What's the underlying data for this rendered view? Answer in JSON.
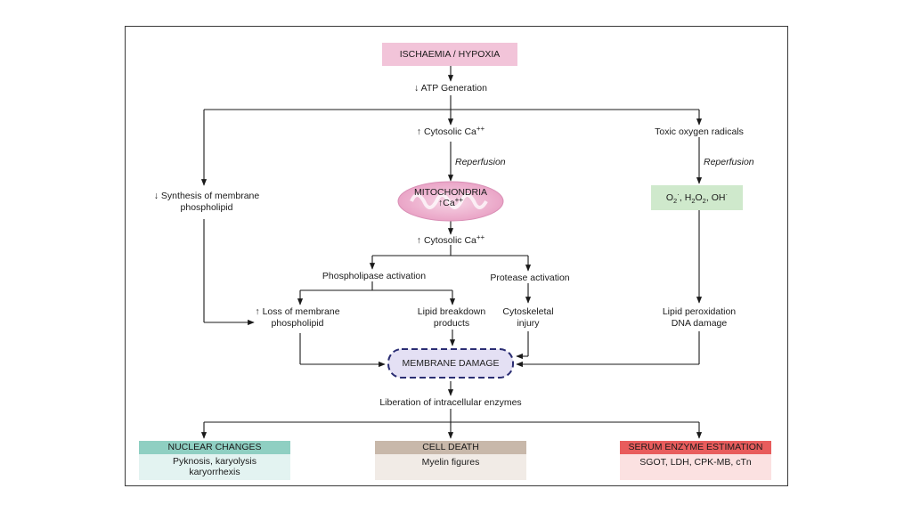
{
  "top": {
    "ischaemia": "ISCHAEMIA / HYPOXIA",
    "atp": "↓ ATP Generation"
  },
  "center": {
    "cytosolic_ca_1": "↑ Cytosolic Ca",
    "ca_sup": "++",
    "reperfusion": "Reperfusion",
    "mito_title": "MITOCHONDRIA",
    "mito_ca": "↑Ca",
    "cytosolic_ca_2": "↑ Cytosolic Ca",
    "phospholipase": "Phospholipase activation",
    "protease": "Protease activation",
    "lipid_breakdown": [
      "Lipid breakdown",
      "products"
    ],
    "cytoskeletal": [
      "Cytoskeletal",
      "injury"
    ],
    "membrane_damage": "MEMBRANE DAMAGE",
    "liberation": "Liberation of intracellular enzymes"
  },
  "left": {
    "synthesis": [
      "↓ Synthesis of membrane",
      "phospholipid"
    ],
    "loss": [
      "↑ Loss of membrane",
      "phospholipid"
    ]
  },
  "right": {
    "toxic": "Toxic oxygen radicals",
    "reperfusion": "Reperfusion",
    "radicals": {
      "o2": "O",
      "o2_sub": "2",
      "o2_sup": "·",
      "h2o2": "H",
      "h2o2_sub": "2",
      "h2o2_o": "O",
      "h2o2_sub2": "2",
      "oh": "OH",
      "oh_sup": "·",
      "sep": ", "
    },
    "lipid_perox": [
      "Lipid peroxidation",
      "DNA damage"
    ]
  },
  "bottom": {
    "nuclear": {
      "title": "NUCLEAR CHANGES",
      "lines": [
        "Pyknosis, karyolysis",
        "karyorrhexis"
      ]
    },
    "celldeath": {
      "title": "CELL DEATH",
      "lines": [
        "Myelin figures"
      ]
    },
    "serum": {
      "title": "SERUM ENZYME ESTIMATION",
      "lines": [
        "SGOT, LDH, CPK-MB, cTn"
      ]
    }
  },
  "colors": {
    "pink": "#f2c4d9",
    "green": "#cfe9cc",
    "lavender": "#e4e0f4",
    "nuclear_hdr": "#8fcfc2",
    "nuclear_body": "#e3f3f1",
    "death_hdr": "#c8b8aa",
    "death_body": "#f1ebe6",
    "serum_hdr": "#e85c5c",
    "serum_body": "#fbe1e1"
  }
}
